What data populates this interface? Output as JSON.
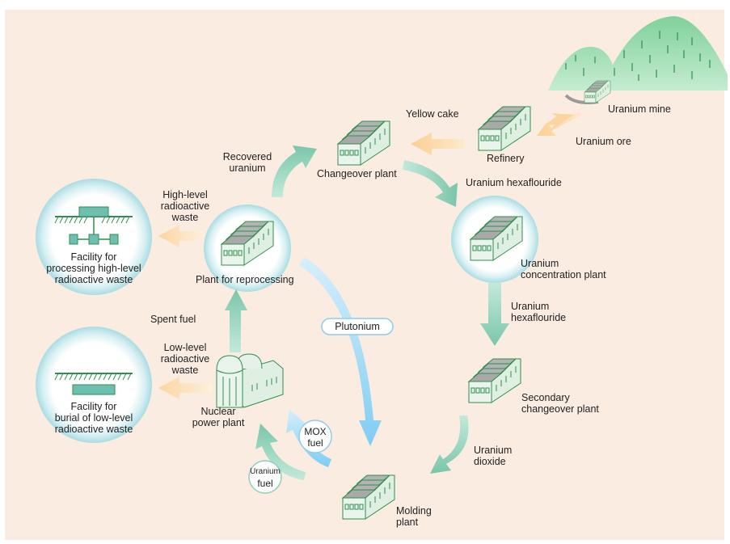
{
  "colors": {
    "background": "#fbece2",
    "building_fill": "#e6f1e9",
    "building_stroke": "#2f8f4c",
    "building_roof": "#a9a9a9",
    "cycle_arrow": "#8fcfb8",
    "plutonium_arrow": "#8fd0f2",
    "waste_arrow": "#fbd59f",
    "halo": "#b9e3e8",
    "mountain": "#7ecf98",
    "facility_component": "#6fbfb0"
  },
  "labels": {
    "uranium_mine": "Uranium mine",
    "uranium_ore": "Uranium ore",
    "refinery": "Refinery",
    "yellow_cake": "Yellow cake",
    "changeover_plant": "Changeover plant",
    "uranium_hexaflouride_1": "Uranium hexaflouride",
    "uranium_concentration_plant_1": "Uranium",
    "uranium_concentration_plant_2": "concentration plant",
    "uranium_hexaflouride_2a": "Uranium",
    "uranium_hexaflouride_2b": "hexaflouride",
    "secondary_changeover_1": "Secondary",
    "secondary_changeover_2": "changeover plant",
    "uranium_dioxide_1": "Uranium",
    "uranium_dioxide_2": "dioxide",
    "molding_plant_1": "Molding",
    "molding_plant_2": "plant",
    "plutonium": "Plutonium",
    "recovered_uranium_1": "Recovered",
    "recovered_uranium_2": "uranium",
    "plant_for_reprocessing": "Plant for reprocessing",
    "high_level_1": "High-level",
    "high_level_2": "radioactive",
    "high_level_3": "waste",
    "facility_high_1": "Facility for",
    "facility_high_2": "processing high-level",
    "facility_high_3": "radioactive waste",
    "spent_fuel": "Spent fuel",
    "low_level_1": "Low-level",
    "low_level_2": "radioactive",
    "low_level_3": "waste",
    "facility_low_1": "Facility for",
    "facility_low_2": "burial of low-level",
    "facility_low_3": "radioactive waste",
    "nuclear_1": "Nuclear",
    "nuclear_2": "power plant",
    "mox_1": "MOX",
    "mox_2": "fuel",
    "uranium_fuel_1": "Uranium",
    "uranium_fuel_2": "fuel"
  }
}
